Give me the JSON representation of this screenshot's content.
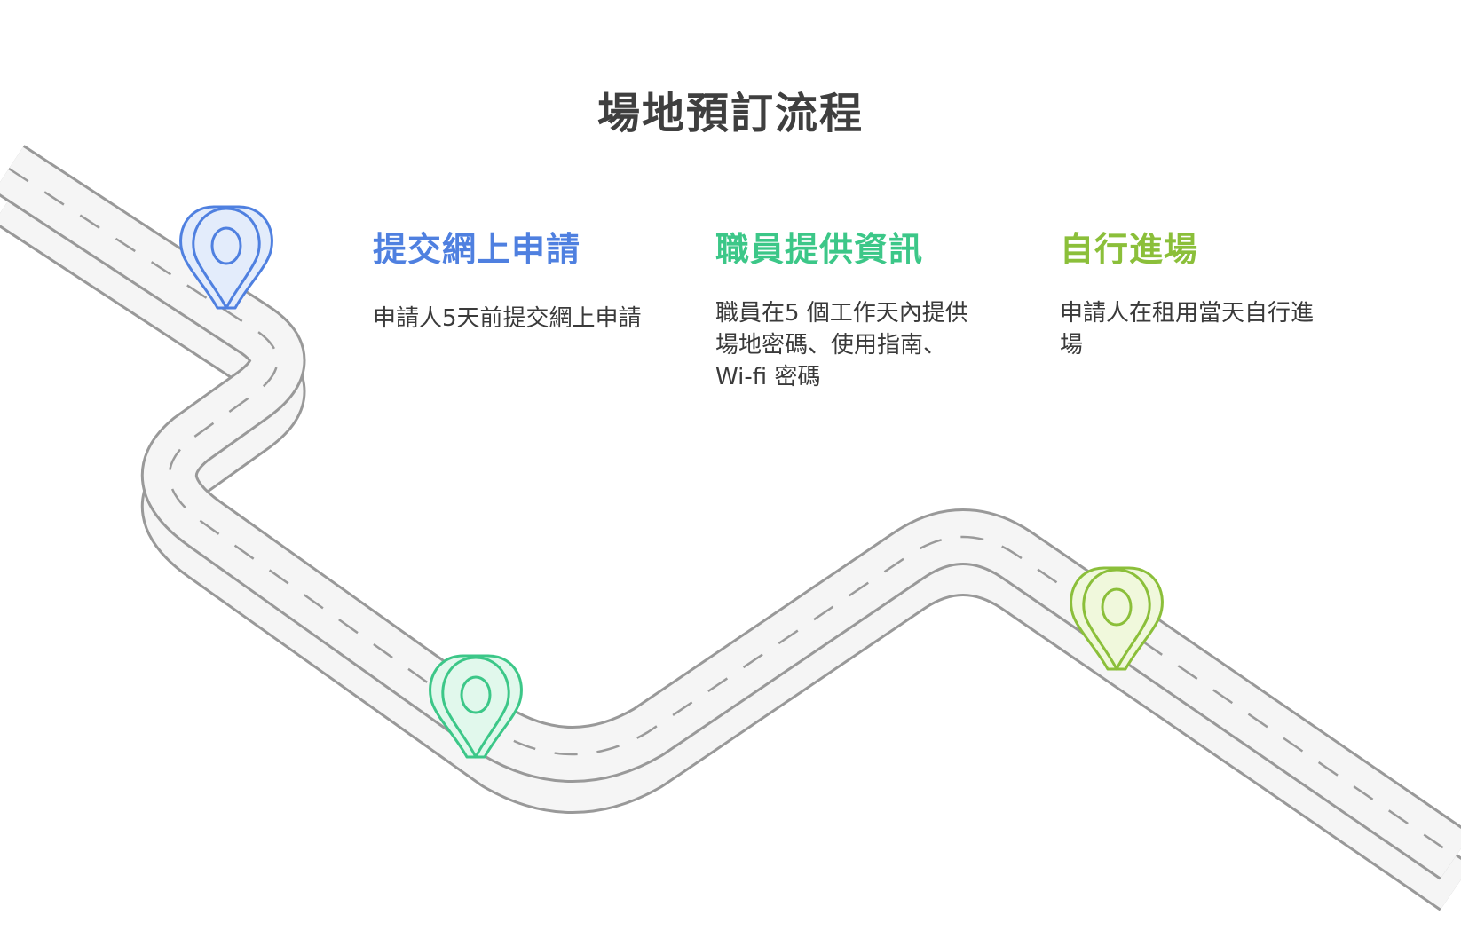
{
  "title": "場地預訂流程",
  "steps": [
    {
      "title": "提交網上申請",
      "description": "申請人5天前提交網上申請",
      "color": "#4f80e0",
      "marker_fill": "#e3ecfb",
      "marker_icon": "map-pin-icon"
    },
    {
      "title": "職員提供資訊",
      "description": "職員在5 個工作天內提供場地密碼、使用指南、Wi-fi 密碼",
      "color": "#3cc788",
      "marker_fill": "#e1f8ec",
      "marker_icon": "map-pin-icon"
    },
    {
      "title": "自行進場",
      "description": "申請人在租用當天自行進場",
      "color": "#8bbf3a",
      "marker_fill": "#f0f8dc",
      "marker_icon": "map-pin-icon"
    }
  ],
  "colors": {
    "road_fill": "#f5f5f5",
    "road_edge": "#999999",
    "road_dash": "#9a9a9a",
    "title": "#3f3f3f"
  }
}
